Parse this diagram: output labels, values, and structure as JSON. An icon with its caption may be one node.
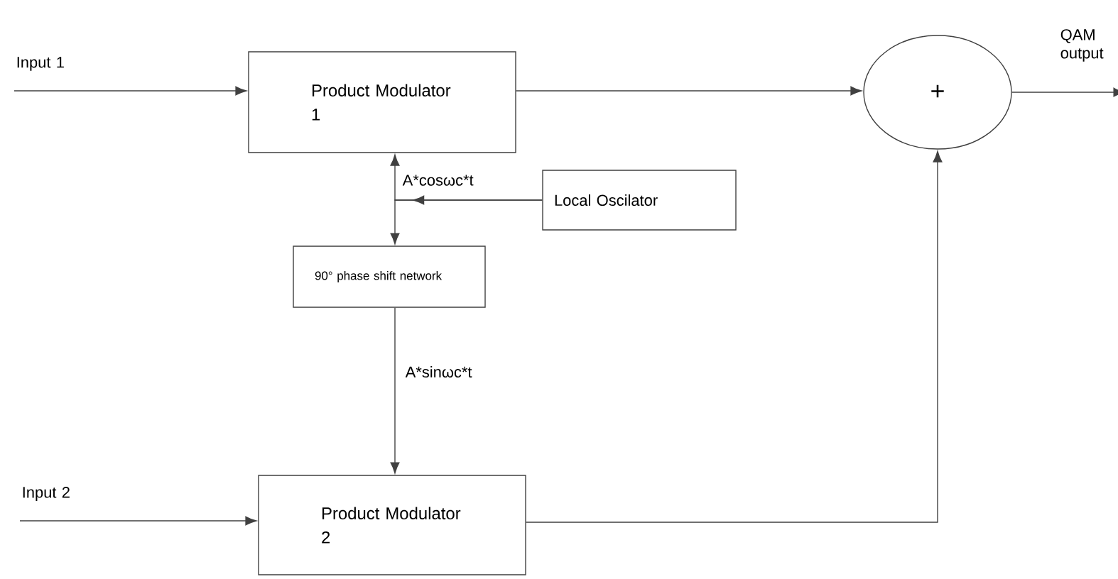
{
  "diagram": {
    "nodes": [
      {
        "text": [
          "Input 1"
        ]
      },
      {
        "text": [
          "Product Modulator 1"
        ]
      },
      {
        "text": [
          "Local Oscilator"
        ]
      },
      {
        "text": [
          "90° phase shift network"
        ]
      },
      {
        "text": [
          "+"
        ]
      },
      {
        "text": [
          "QAM output"
        ]
      },
      {
        "text": [
          "Input 2"
        ]
      },
      {
        "text": [
          "Product Modulator 2"
        ]
      }
    ],
    "edges": [
      {
        "from": 0,
        "to": 1,
        "arrow": "to"
      },
      {
        "from": 1,
        "to": 4,
        "arrow": "to"
      },
      {
        "from": 4,
        "to": 5,
        "arrow": "to"
      },
      {
        "from": 2,
        "to": 1,
        "arrow": "to",
        "label": "A*cosωc*t"
      },
      {
        "from": 2,
        "to": 3,
        "arrow": "to"
      },
      {
        "from": 3,
        "to": 7,
        "arrow": "to",
        "label": "A*sinωc*t"
      },
      {
        "from": 6,
        "to": 7,
        "arrow": "to"
      },
      {
        "from": 7,
        "to": 4,
        "arrow": "to"
      }
    ]
  }
}
